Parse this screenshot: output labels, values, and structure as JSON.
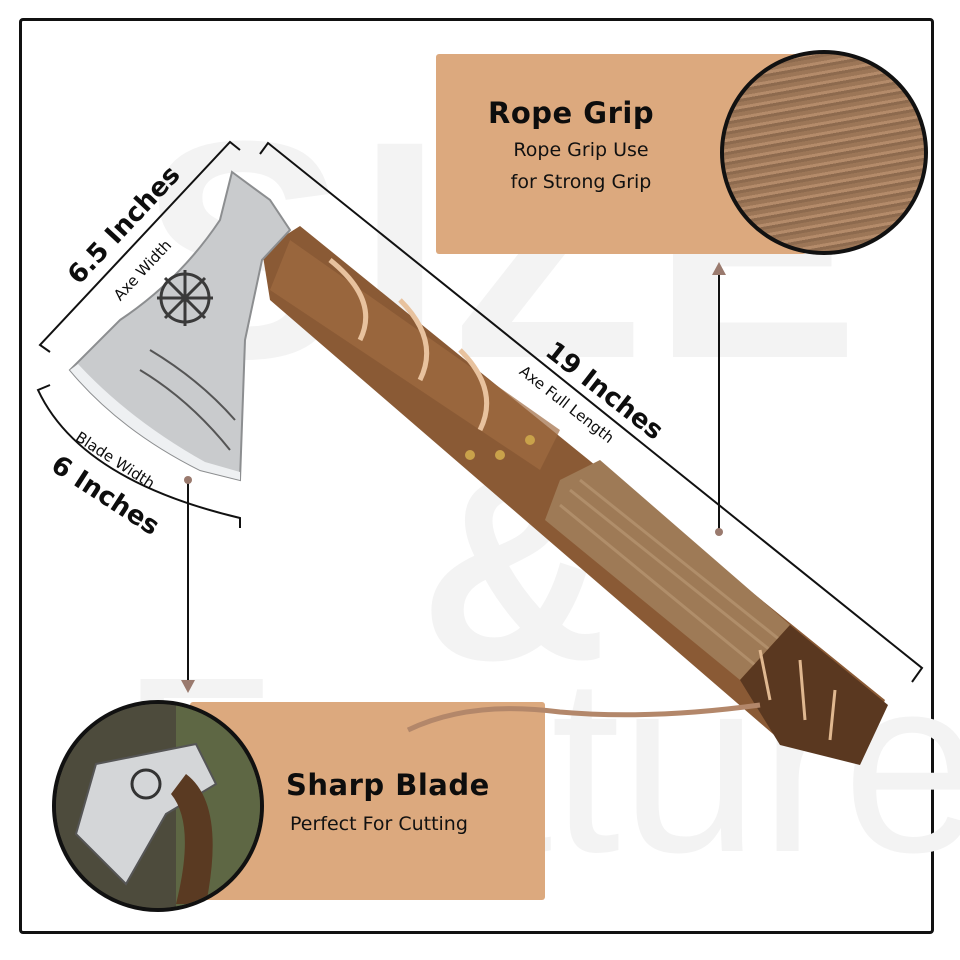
{
  "watermark": {
    "line1": "SIZE",
    "line2": "&",
    "line3": "Features"
  },
  "dimensions": {
    "axe_width": {
      "value": "6.5 Inches",
      "label": "Axe Width"
    },
    "blade_width": {
      "value": "6 Inches",
      "label": "Blade Width"
    },
    "full_length": {
      "value": "19 Inches",
      "label": "Axe Full Length"
    }
  },
  "features": {
    "rope_grip": {
      "title": "Rope Grip",
      "line1": "Rope Grip Use",
      "line2": "for Strong Grip",
      "image": "rope-closeup"
    },
    "sharp_blade": {
      "title": "Sharp Blade",
      "subtitle": "Perfect For Cutting",
      "image": "blade-in-tree"
    }
  },
  "colors": {
    "card": "#dca97e",
    "arrow": "#9a7a6e",
    "line": "#111111",
    "wood": "#8a5a35",
    "steel": "#c9cbcd"
  }
}
